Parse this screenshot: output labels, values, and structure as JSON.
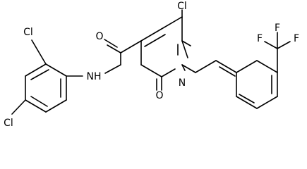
{
  "molecule": {
    "atom_labels": {
      "cl_top": "Cl",
      "o_amide": "O",
      "nh": "NH",
      "cl_left_upper": "Cl",
      "cl_left_lower": "Cl",
      "n_ring": "N",
      "o_keto": "O",
      "f_top": "F",
      "f_left": "F",
      "f_right": "F"
    },
    "colors": {
      "bond": "#000000",
      "label": "#000000",
      "background": "#ffffff"
    }
  }
}
